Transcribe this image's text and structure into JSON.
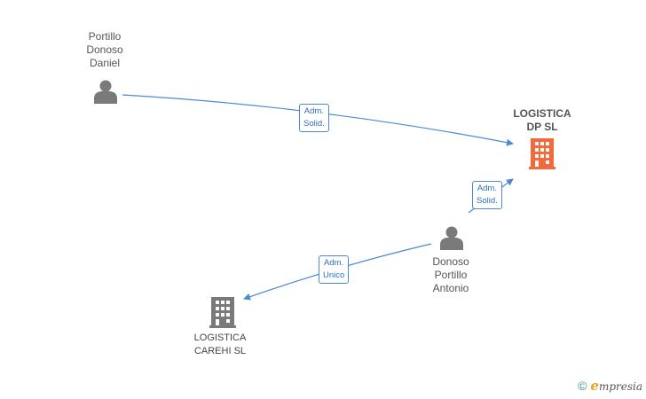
{
  "nodes": {
    "portillo_donoso_daniel": {
      "label": "Portillo\nDonoso\nDaniel",
      "type": "person"
    },
    "logistica_dp_sl": {
      "label": "LOGISTICA\nDP SL",
      "type": "company",
      "highlight": true
    },
    "donoso_portillo_antonio": {
      "label": "Donoso\nPortillo\nAntonio",
      "type": "person"
    },
    "logistica_carehi_sl": {
      "label": "LOGISTICA\nCAREHI SL",
      "type": "company"
    }
  },
  "edges": [
    {
      "from": "portillo_donoso_daniel",
      "to": "logistica_dp_sl",
      "label": "Adm.\nSolid."
    },
    {
      "from": "donoso_portillo_antonio",
      "to": "logistica_dp_sl",
      "label": "Adm.\nSolid."
    },
    {
      "from": "donoso_portillo_antonio",
      "to": "logistica_carehi_sl",
      "label": "Adm.\nUnico"
    }
  ],
  "colors": {
    "edge": "#4a8ad4",
    "person_icon": "#7a7a7a",
    "company_icon": "#7a7a7a",
    "highlight_company_icon": "#f26a3c"
  },
  "footer": {
    "copyright_symbol": "©",
    "brand_initial": "e",
    "brand_rest": "mpresia"
  }
}
